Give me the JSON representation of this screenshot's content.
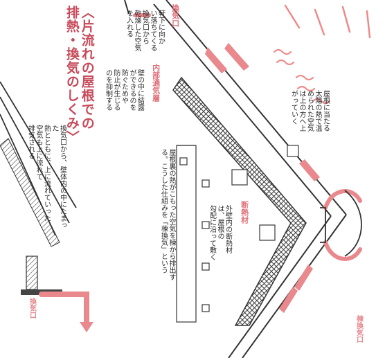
{
  "title": "〈片流れの屋根での\n排熱・換気のしくみ〉",
  "labels": {
    "exhaust_top": "換気口",
    "ventilation_layer": "内部通気層",
    "insulation": "断熱材",
    "ridge_exhaust": "棟換気口",
    "exhaust_bottom": "換気口"
  },
  "texts": {
    "roof_sun": "屋根に当たる\n太陽の熱で温\nめられた空気\nは上の方へ上\nがっていく",
    "exhaust_top_desc": "軒下に向か\nい落ちてくる\n換気口から\n乾燥した空気\nを入れる",
    "ventilation_desc": "壁の中に結露\nができるのを\n防ぐためや\n防止が生じる\nのを抑制する",
    "insulation_desc": "外壁内の断熱材\nは、屋根の\n勾配に沿って敷く",
    "ridge_desc": "屋根裏の熱がこもった空気を棟から排出す\nる。こうした仕組みを「棟換気」という",
    "bottom_desc": "換気口から、壁体内の中にたまった\n熱とともに、上に流れていった\n空気も上に流れて\n排気される"
  },
  "colors": {
    "accent_red": "#e07a80",
    "title_red": "#c74a5a",
    "line": "#333333",
    "hatch": "#444444"
  }
}
